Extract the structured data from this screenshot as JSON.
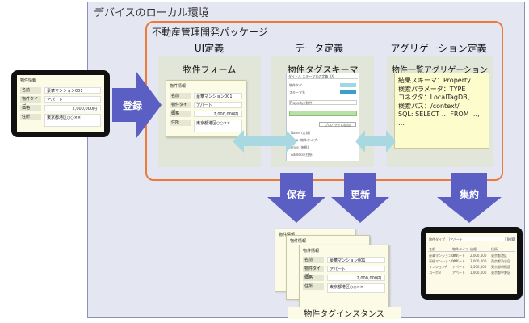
{
  "local_env_title": "デバイスのローカル環境",
  "package_title": "不動産管理開発パッケージ",
  "ui_def": {
    "header": "UI定義",
    "panel_title": "物件フォーム"
  },
  "data_def": {
    "header": "データ定義",
    "panel_title": "物件タグスキーマ"
  },
  "agg_def": {
    "header": "アグリゲーション定義",
    "panel_title": "物件一覧アグリゲーション",
    "query_lines": [
      "結果スキーマ：Property",
      "検索パラメータ：TYPE",
      "コネクタ：LocalTagDB、",
      "検索パス：/context/",
      "SQL: SELECT … FROM …,",
      "…"
    ]
  },
  "arrows": {
    "register": "登録",
    "save": "保存",
    "update": "更新",
    "aggregate": "集約"
  },
  "instances_label": "物件タグインスタンス",
  "form": {
    "title": "物件情報",
    "rows": [
      {
        "label": "名前",
        "value": "豪華マンション001"
      },
      {
        "label": "物件タイプ",
        "value": "アパート"
      },
      {
        "label": "価格",
        "value": "2,000,000円"
      },
      {
        "label": "住所",
        "value": "東京都港区○○××"
      }
    ]
  },
  "schema_mock": {
    "tabs": [
      "タイトル",
      "スキーマ名の定義",
      "XX"
    ],
    "fields": [
      "物件タグ",
      "スキーマ名",
      "Property (物件)"
    ],
    "list": [
      "Name (名前)",
      "Type (物件タイプ)",
      "Price (価格)",
      "Address (住所)"
    ],
    "button": "プロパティの追加"
  },
  "list_tablet": {
    "filter_label": "物件タイプ",
    "filter_value": "アパート",
    "search": "検索",
    "columns": [
      "名前",
      "物件タイプ",
      "価格",
      "住所"
    ],
    "rows": [
      [
        "豪華マンション001",
        "アパート",
        "2,000,000",
        "東京都港区"
      ],
      [
        "高級マンション002",
        "アパート",
        "3,000,000",
        "東京都渋谷区"
      ],
      [
        "マンションA",
        "アパート",
        "1,500,000",
        "東京都新宿区"
      ],
      [
        "コーポB",
        "アパート",
        "1,000,000",
        "東京都中野区"
      ]
    ]
  }
}
